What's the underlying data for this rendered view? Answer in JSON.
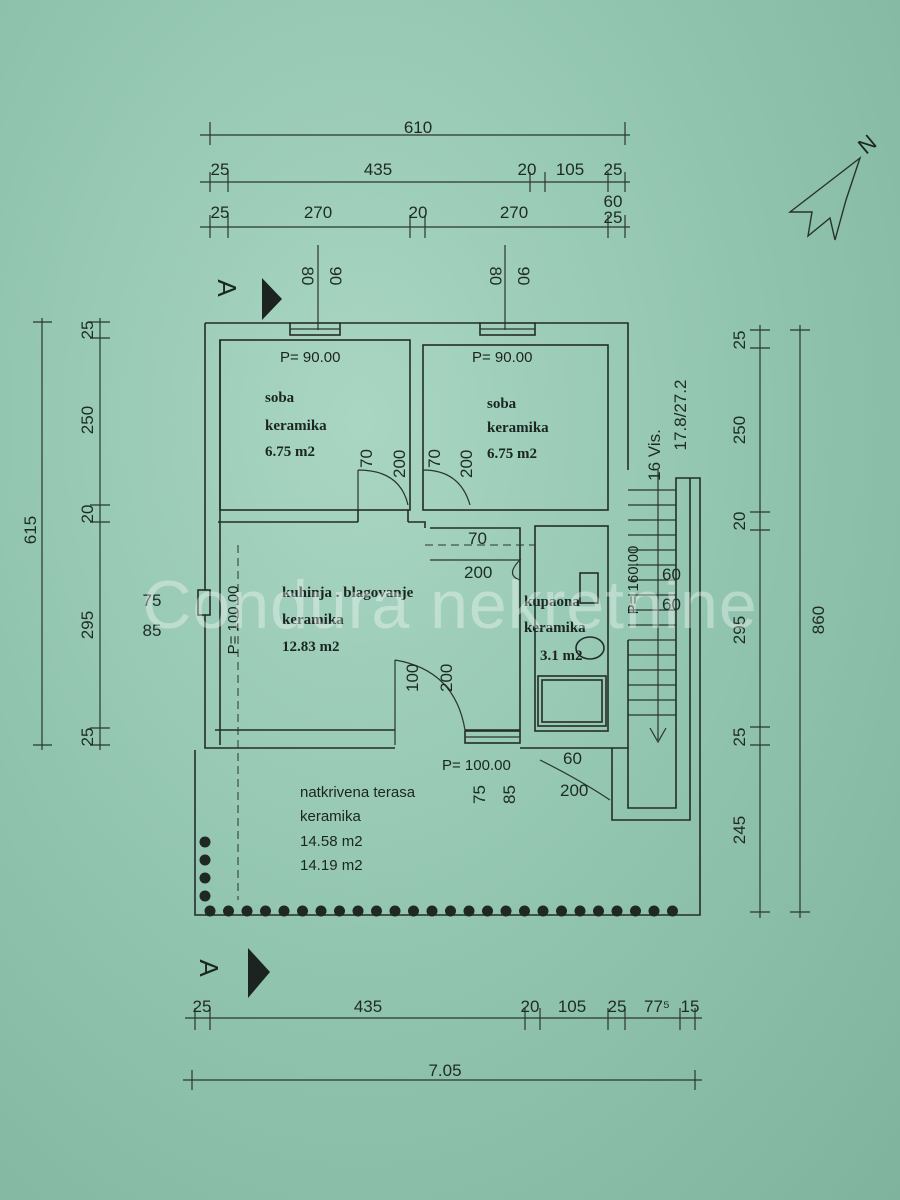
{
  "dimensions": {
    "top_total": "610",
    "top_row2": [
      "25",
      "435",
      "20",
      "105",
      "25"
    ],
    "top_row2_extra": "60",
    "top_row3": [
      "25",
      "270",
      "20",
      "270",
      "25"
    ],
    "window_top_left": [
      "80",
      "90"
    ],
    "window_top_right": [
      "80",
      "90"
    ],
    "left_total": "615",
    "left_parts": [
      "25",
      "250",
      "20",
      "295",
      "25"
    ],
    "right_total": "860",
    "right_parts": [
      "25",
      "250",
      "20",
      "295",
      "25",
      "245"
    ],
    "bottom_parts": [
      "25",
      "435",
      "20",
      "105",
      "25",
      "77⁵",
      "15"
    ],
    "bottom_total": "7.05"
  },
  "rooms": [
    {
      "name": "soba",
      "floor": "keramika",
      "area": "6.75 m2",
      "parapet": "P= 90.00"
    },
    {
      "name": "soba",
      "floor": "keramika",
      "area": "6.75 m2",
      "parapet": "P= 90.00"
    },
    {
      "name": "kuhinja . blagovanje",
      "floor": "keramika",
      "area": "12.83 m2",
      "parapet": "P= 100.00"
    },
    {
      "name": "kupaona",
      "floor": "keramika",
      "area": "3.1 m2",
      "parapet": "P= 160.00"
    },
    {
      "name": "natkrivena terasa",
      "floor": "keramika",
      "area": "14.58 m2",
      "area2": "14.19 m2",
      "parapet": "P= 100.00"
    }
  ],
  "doors": {
    "d1": [
      "70",
      "200"
    ],
    "d2": [
      "70",
      "200"
    ],
    "d3": [
      "70",
      "200"
    ],
    "d4": [
      "100",
      "200"
    ],
    "d5": [
      "60",
      "200"
    ],
    "bath_win": [
      "60",
      "60"
    ],
    "kitchen_win": [
      "75",
      "85"
    ],
    "terrace_win": [
      "75",
      "85"
    ]
  },
  "stairs": {
    "label": "16 Vis.",
    "label2": "17.8/27.2"
  },
  "section_marker": "A",
  "north_label": "N",
  "watermark": "Condura nekretnine"
}
